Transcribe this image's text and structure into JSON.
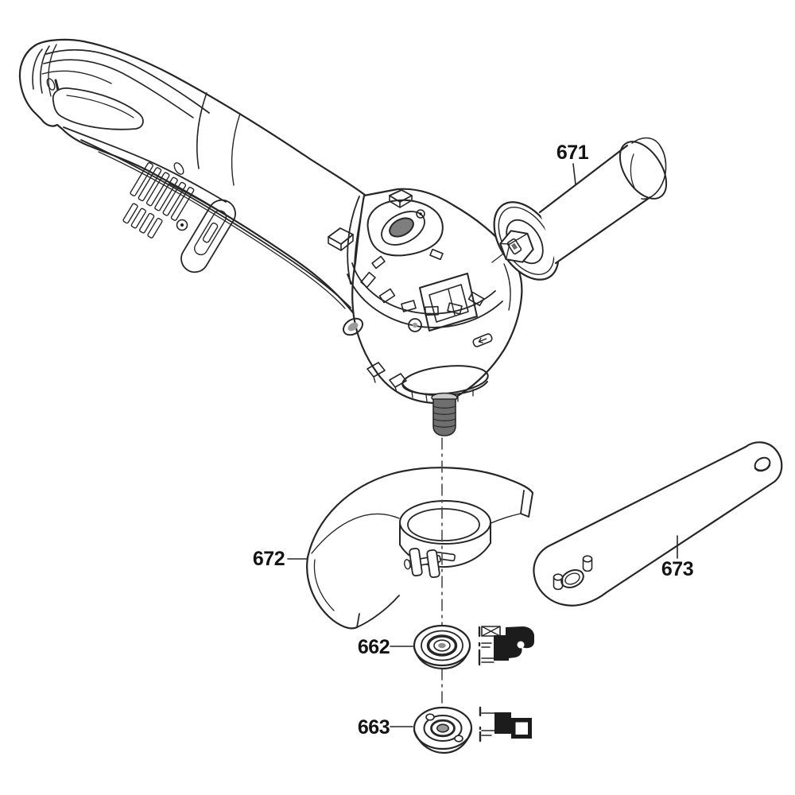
{
  "page": {
    "background": "#ffffff"
  },
  "diagram": {
    "line_color": "#262626",
    "labels": {
      "side_handle": "671",
      "guard": "672",
      "wrench": "673",
      "flange": "662",
      "nut": "663"
    },
    "icons": {
      "flange_orientation": "flange-cross-section-icon",
      "nut_orientation": "nut-cross-section-icon"
    }
  }
}
